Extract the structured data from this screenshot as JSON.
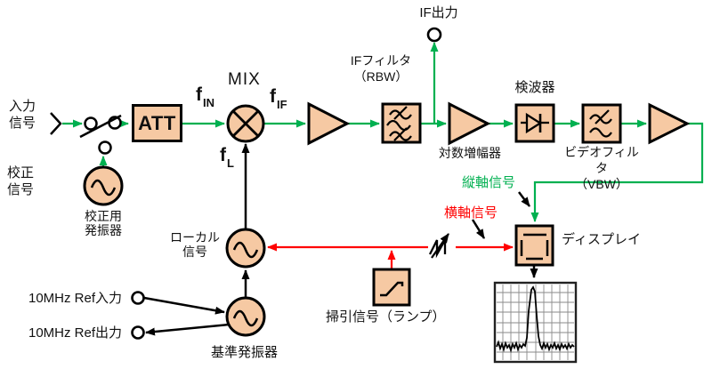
{
  "labels": {
    "input_signal": {
      "line1": "入力",
      "line2": "信号"
    },
    "cal_signal": {
      "line1": "校正",
      "line2": "信号"
    },
    "att": "ATT",
    "mix": "MIX",
    "f_in": {
      "base": "f",
      "sub": "IN"
    },
    "f_if": {
      "base": "f",
      "sub": "IF"
    },
    "f_l": {
      "base": "f",
      "sub": "L"
    },
    "if_filter": {
      "line1": "IFフィルタ",
      "line2": "（RBW）"
    },
    "if_output": "IF出力",
    "log_amp": "対数増幅器",
    "detector": "検波器",
    "video_filter": {
      "line1": "ビデオフィルタ",
      "line2": "（VBW）"
    },
    "vertical_signal": "縦軸信号",
    "horizontal_signal": "横軸信号",
    "display": "ディスプレイ",
    "local_signal": {
      "line1": "ローカル",
      "line2": "信号"
    },
    "sweep_signal": "掃引信号（ランプ）",
    "cal_oscillator": {
      "line1": "校正用",
      "line2": "発振器"
    },
    "ref_oscillator": "基準発振器",
    "ref_input": "10MHz Ref入力",
    "ref_output": "10MHz Ref出力"
  },
  "colors": {
    "signal_green": "#00B050",
    "signal_red": "#FF0000",
    "block_fill": "#F6C9A3",
    "line_black": "#000000"
  }
}
